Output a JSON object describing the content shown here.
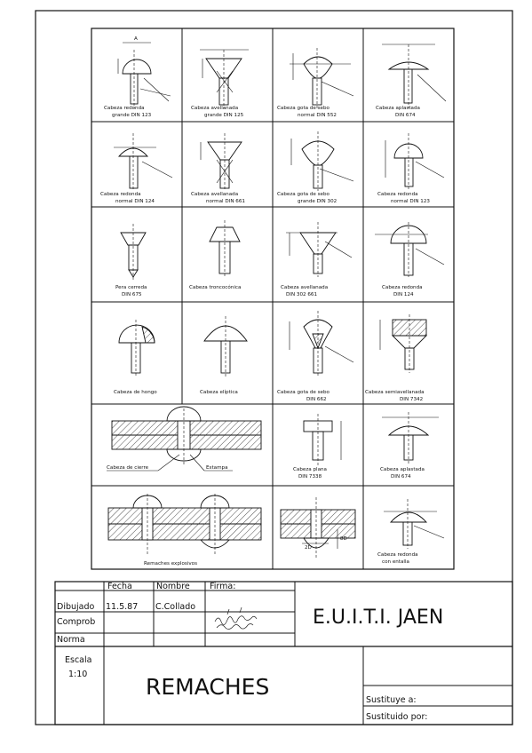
{
  "cells": [
    [
      "Cabeza redonda",
      "grande  DIN 123"
    ],
    [
      "Cabeza avellanada",
      "grande  DIN 125"
    ],
    [
      "Cabeza gota de sebo",
      "normal  DIN 552"
    ],
    [
      "Cabeza aplastada",
      "DIN 674"
    ],
    [
      "Cabeza redonda",
      "normal  DIN 124"
    ],
    [
      "Cabeza avellanada",
      "normal  DIN 661"
    ],
    [
      "Cabeza gota de sebo",
      "grande  DIN 302"
    ],
    [
      "Cabeza redonda",
      "normal  DIN 123"
    ],
    [
      "Pera cerreda",
      "DIN 675"
    ],
    [
      "Cabeza troncocónica",
      ""
    ],
    [
      "Cabeza avellanada",
      "DIN 302  661"
    ],
    [
      "Cabeza redonda",
      "DIN 124"
    ],
    [
      "Cabeza de hongo",
      ""
    ],
    [
      "Cabeza elíptica",
      ""
    ],
    [
      "Cabeza gota de sebo",
      "DIN 662"
    ],
    [
      "Cabeza semiavellanada",
      "DIN 7342"
    ],
    [
      "Cabeza de cierre",
      "Estampa"
    ],
    [
      "Cabeza plana",
      "DIN 7338"
    ],
    [
      "Cabeza aplastada",
      "DIN 674"
    ],
    [
      "Remaches explosivos",
      ""
    ],
    [
      "2D",
      "8D"
    ],
    [
      "Cabeza redonda",
      "con entalla"
    ]
  ],
  "titleblock": {
    "col_fecha": "Fecha",
    "col_nombre": "Nombre",
    "col_firma": "Firma:",
    "row_dibujado": "Dibujado",
    "row_comprob": "Comprob",
    "row_norma": "Norma",
    "date": "11.5.87",
    "name": "C.Collado",
    "school": "E.U.I.T.I. JAEN",
    "escala_label": "Escala",
    "escala_value": "1:10",
    "title": "REMACHES",
    "sustituye": "Sustituye  a:",
    "sustituido": "Sustituido  por:"
  }
}
